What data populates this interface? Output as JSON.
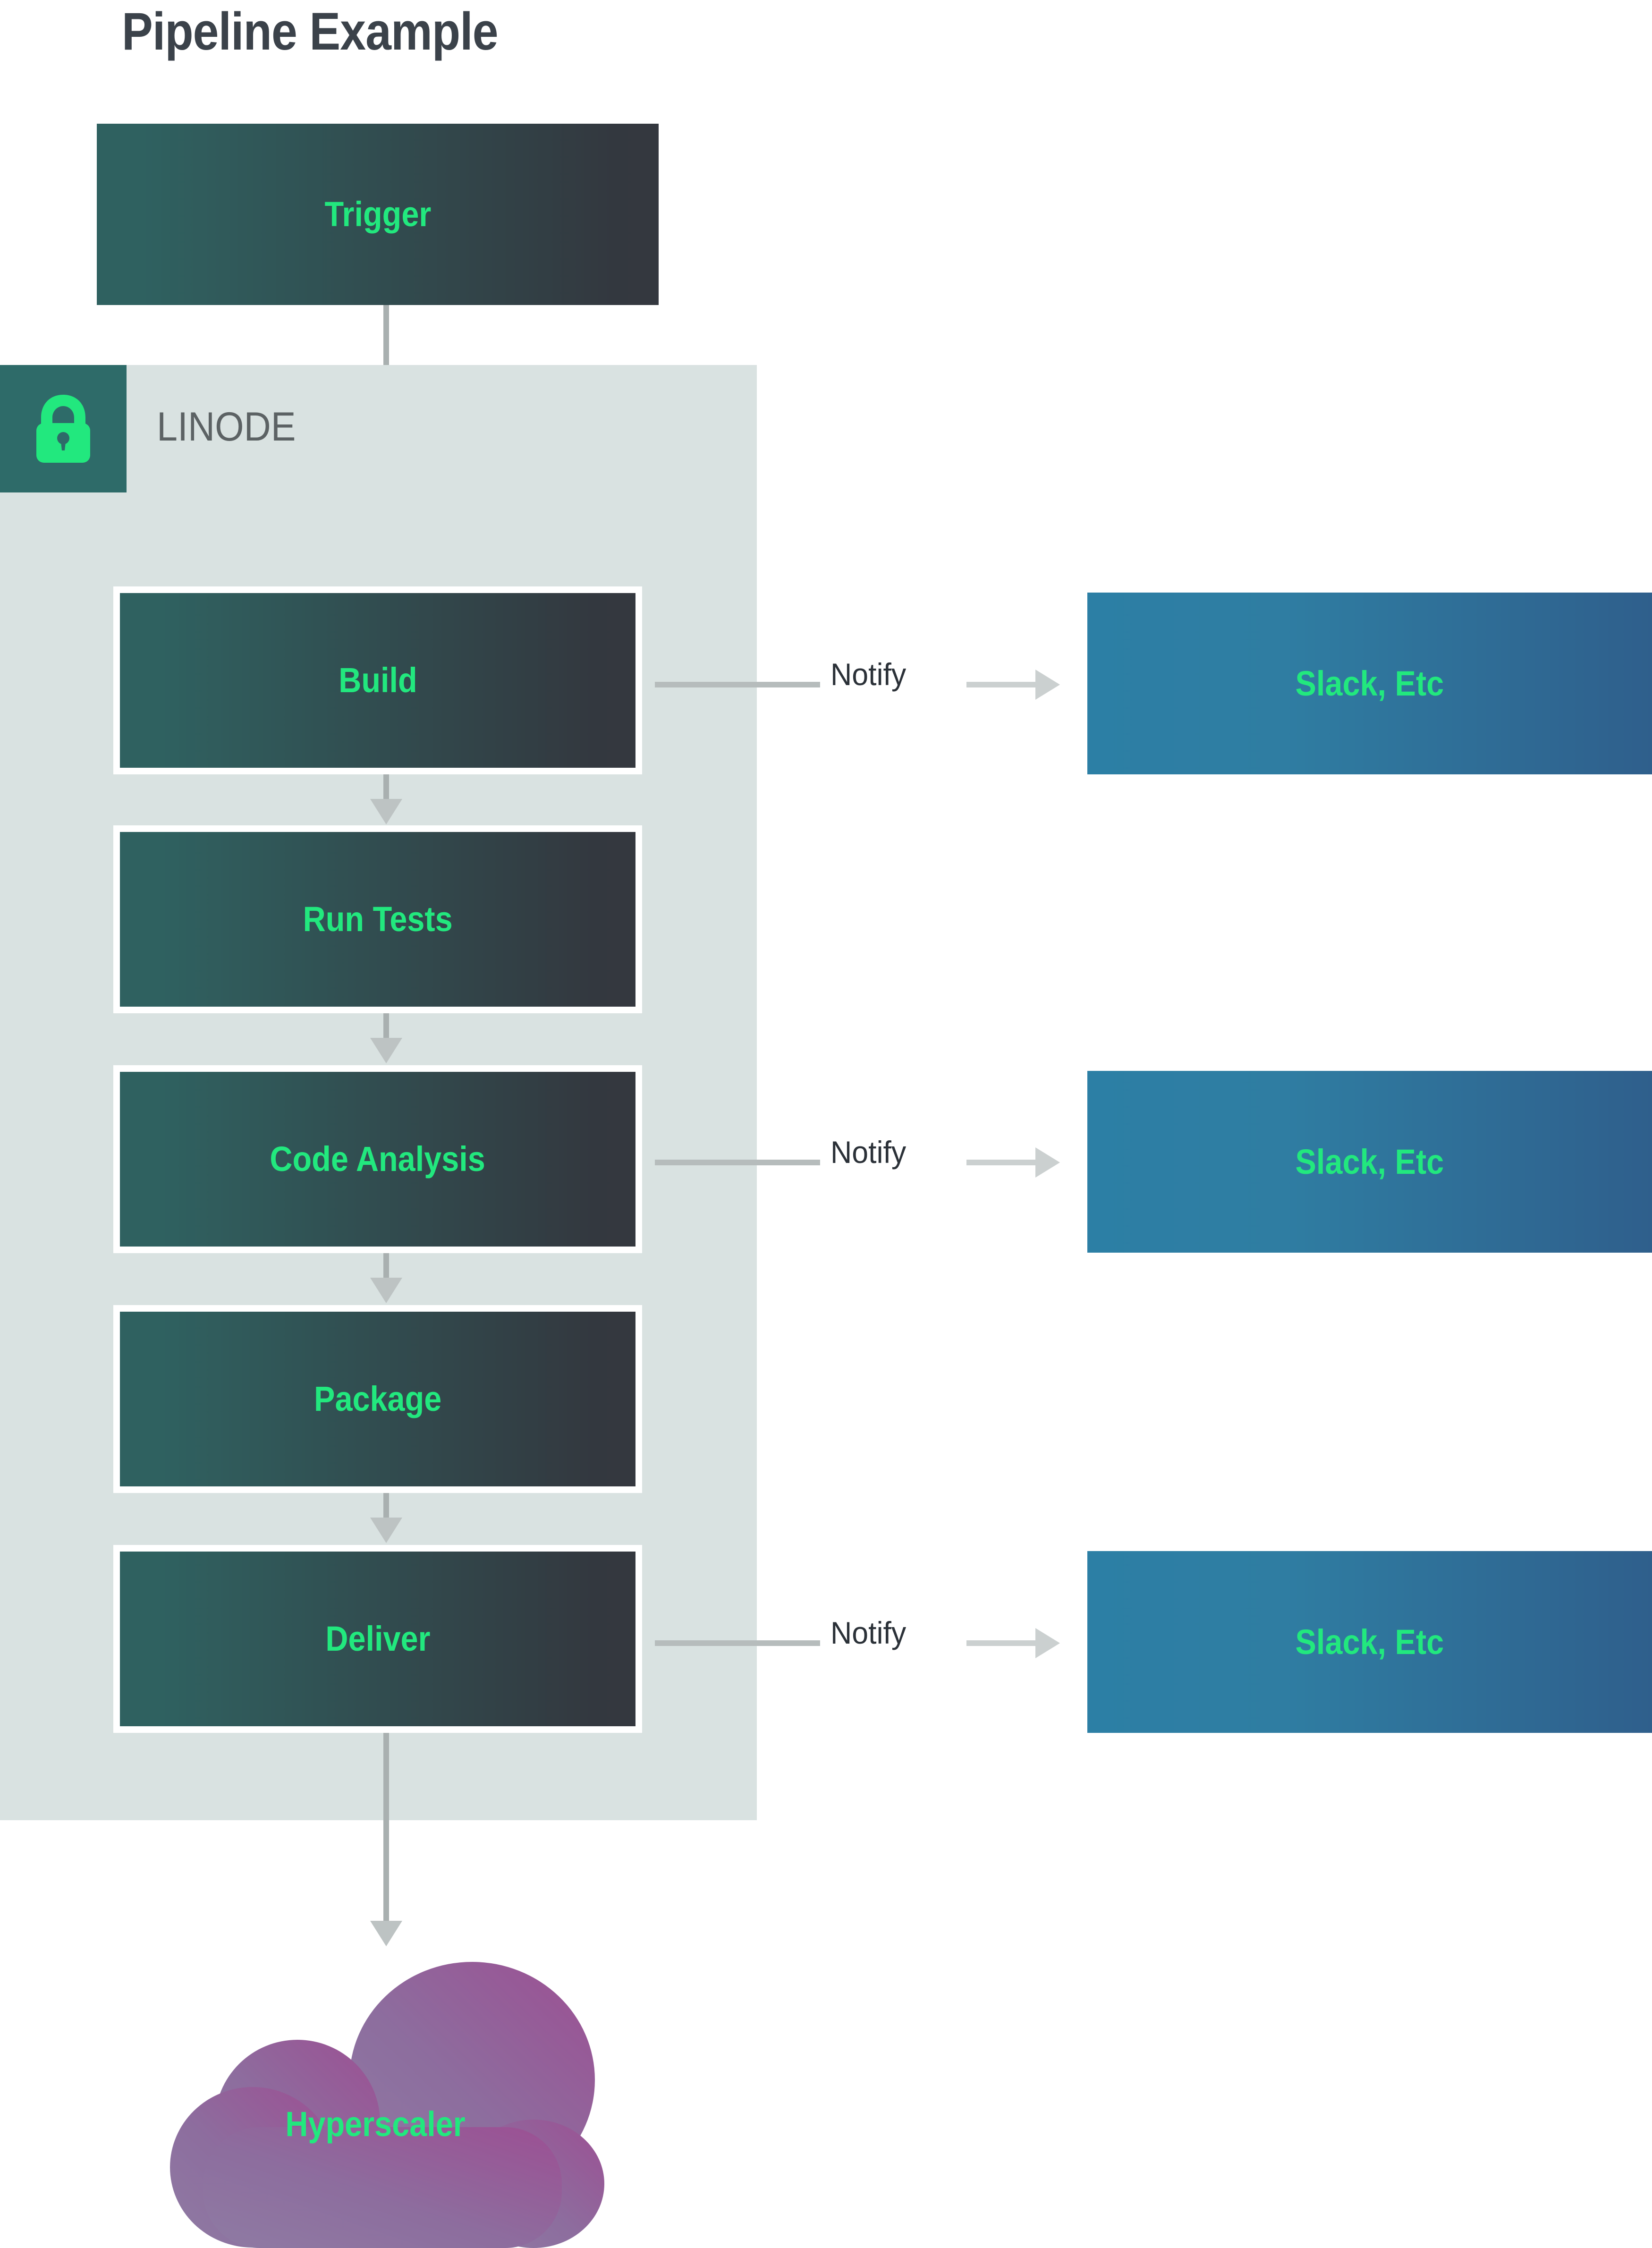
{
  "title": "Pipeline Example",
  "group": {
    "label": "LINODE",
    "icon": "lock-icon",
    "badge_color": "#2e6b69",
    "background_color": "#d9e2e1",
    "icon_color": "#22e87e"
  },
  "colors": {
    "title_text": "#3b424a",
    "node_text": "#22e87e",
    "node_gradient_from": "#2f6160",
    "node_gradient_to": "#34383f",
    "notify_gradient_from": "#2c7fa5",
    "notify_gradient_to": "#2f5f8c",
    "connector": "#b6bcbc",
    "cloud_gradient_from": "#8d6d9e",
    "cloud_gradient_to": "#9b4f93",
    "notify_text": "#2b3138",
    "group_label_text": "#5c6264"
  },
  "nodes": {
    "trigger": "Trigger",
    "pipeline_steps": [
      "Build",
      "Run Tests",
      "Code Analysis",
      "Package",
      "Deliver"
    ],
    "cloud": "Hyperscaler"
  },
  "notifications": [
    {
      "label": "Notify",
      "target": "Slack, Etc"
    },
    {
      "label": "Notify",
      "target": "Slack, Etc"
    },
    {
      "label": "Notify",
      "target": "Slack, Etc"
    }
  ]
}
